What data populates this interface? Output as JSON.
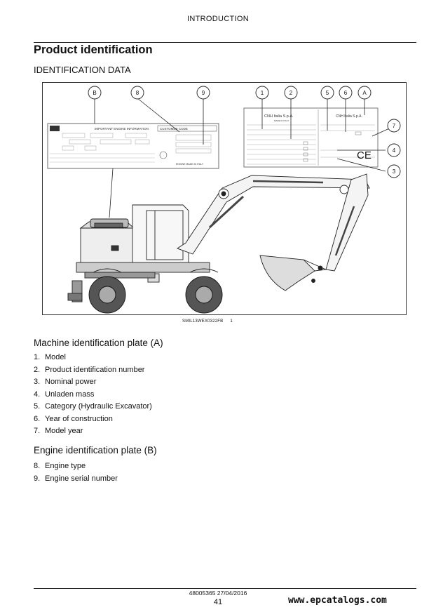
{
  "header": {
    "title": "INTRODUCTION"
  },
  "section": {
    "title": "Product identification",
    "subtitle": "IDENTIFICATION DATA"
  },
  "figure": {
    "callouts": {
      "B": "B",
      "n8": "8",
      "n9": "9",
      "n1": "1",
      "n2": "2",
      "n5": "5",
      "n6": "6",
      "A": "A",
      "n7": "7",
      "n4": "4",
      "n3": "3"
    },
    "engine_plate": {
      "title": "IMPORTANT ENGINE INFORMATION",
      "customer_code": "CUSTOMER CODE",
      "made_in": "ENGINE MADE IN ITALY"
    },
    "machine_plate": {
      "brand": "CNH Italia S.p.A.",
      "made_in": "MADE IN ITALY",
      "brand_right": "CNH Italia S.p.A.",
      "ce_mark": "CE"
    },
    "caption_code": "SMIL13WEX0322FB",
    "caption_number": "1"
  },
  "machine_plate_section": {
    "title": "Machine identification plate (A)",
    "items": [
      {
        "num": "1.",
        "label": "Model"
      },
      {
        "num": "2.",
        "label": "Product identification number"
      },
      {
        "num": "3.",
        "label": "Nominal power"
      },
      {
        "num": "4.",
        "label": "Unladen mass"
      },
      {
        "num": "5.",
        "label": "Category (Hydraulic Excavator)"
      },
      {
        "num": "6.",
        "label": "Year of construction"
      },
      {
        "num": "7.",
        "label": "Model year"
      }
    ]
  },
  "engine_plate_section": {
    "title": "Engine identification plate (B)",
    "items": [
      {
        "num": "8.",
        "label": "Engine type"
      },
      {
        "num": "9.",
        "label": "Engine serial number"
      }
    ]
  },
  "footer": {
    "doc_ref": "48005365 27/04/2016",
    "page": "41",
    "watermark": "www.epcatalogs.com"
  }
}
